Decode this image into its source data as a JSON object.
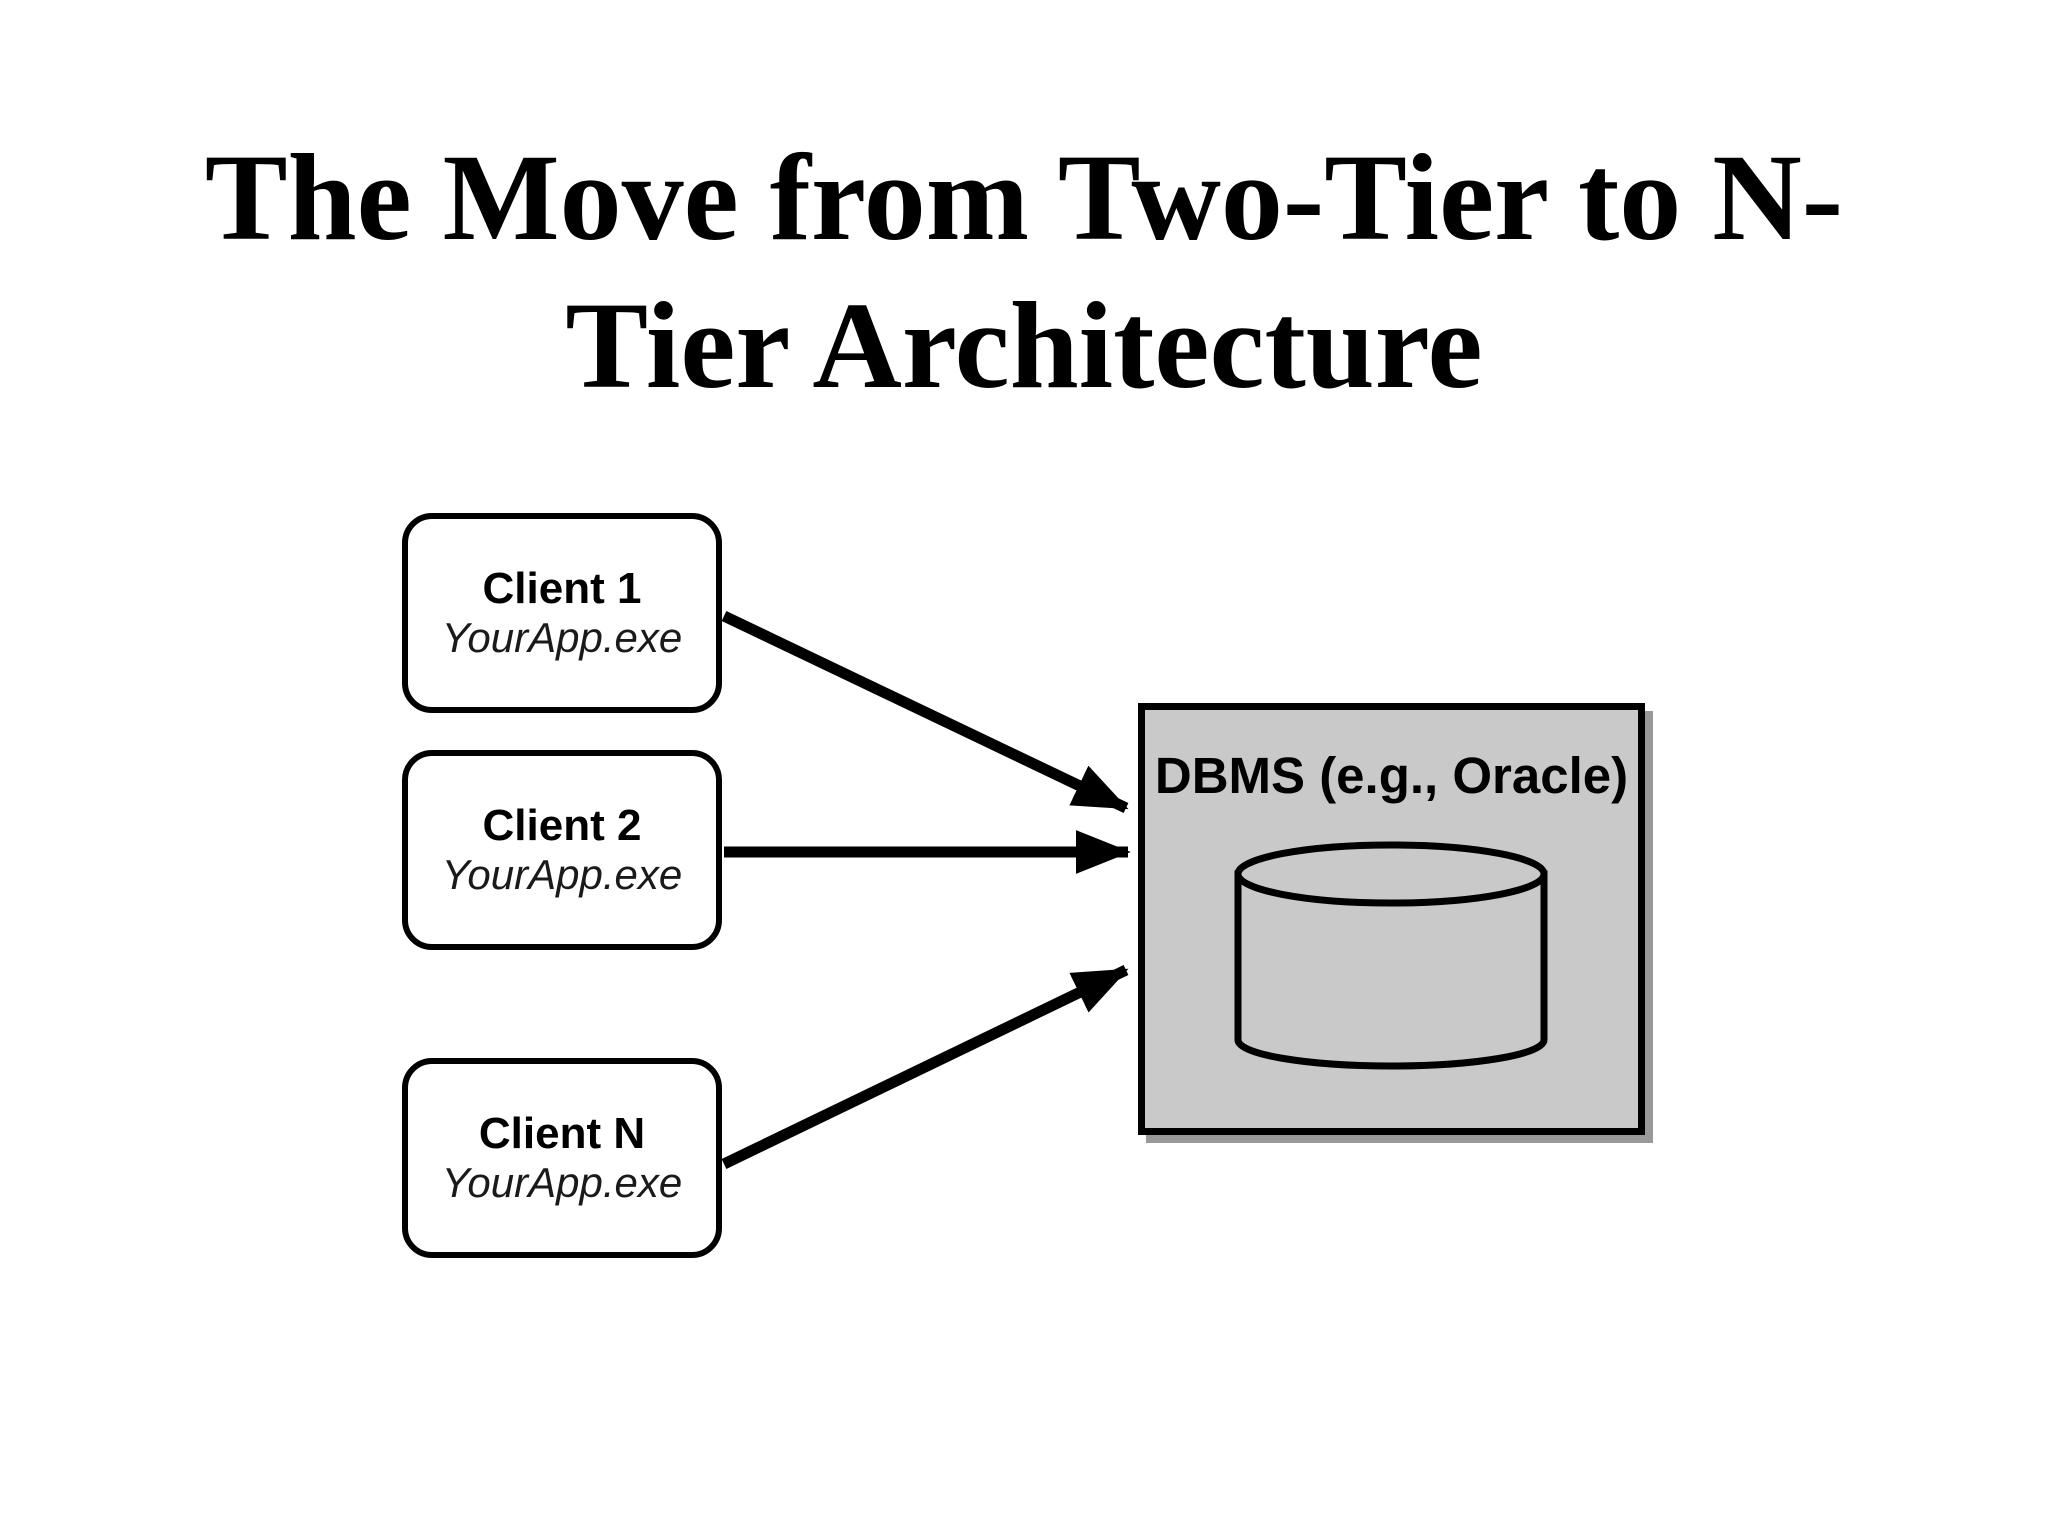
{
  "slide": {
    "title_lines": [
      "The Move from Two-Tier to N-",
      "Tier Architecture"
    ]
  },
  "diagram": {
    "clients": [
      {
        "label": "Client 1",
        "sublabel": "YourApp.exe"
      },
      {
        "label": "Client 2",
        "sublabel": "YourApp.exe"
      },
      {
        "label": "Client N",
        "sublabel": "YourApp.exe"
      }
    ],
    "dbms": {
      "label": "DBMS (e.g., Oracle)",
      "icon": "database-cylinder-icon"
    },
    "arrows": [
      {
        "from": "Client 1",
        "to": "DBMS"
      },
      {
        "from": "Client 2",
        "to": "DBMS"
      },
      {
        "from": "Client N",
        "to": "DBMS"
      }
    ],
    "colors": {
      "dbms_fill": "#c9c9c9",
      "dbms_shadow": "#999999",
      "stroke": "#000000",
      "background": "#ffffff"
    }
  }
}
